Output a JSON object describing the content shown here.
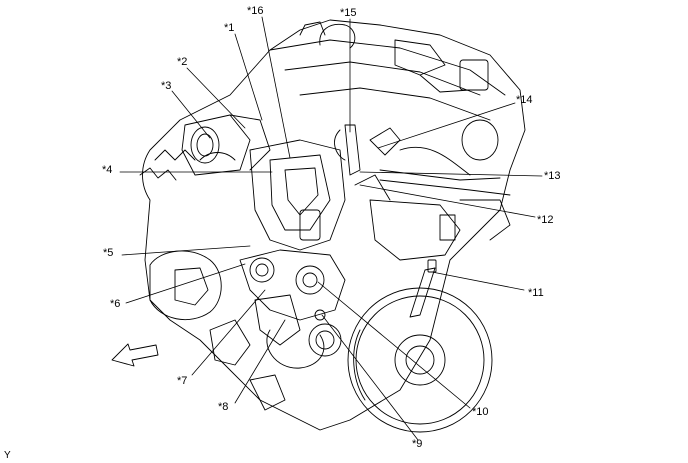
{
  "diagram": {
    "reference_code": "Y",
    "callouts": [
      {
        "id": "c1",
        "label": "*1"
      },
      {
        "id": "c2",
        "label": "*2"
      },
      {
        "id": "c3",
        "label": "*3"
      },
      {
        "id": "c4",
        "label": "*4"
      },
      {
        "id": "c5",
        "label": "*5"
      },
      {
        "id": "c6",
        "label": "*6"
      },
      {
        "id": "c7",
        "label": "*7"
      },
      {
        "id": "c8",
        "label": "*8"
      },
      {
        "id": "c9",
        "label": "*9"
      },
      {
        "id": "c10",
        "label": "*10"
      },
      {
        "id": "c11",
        "label": "*11"
      },
      {
        "id": "c12",
        "label": "*12"
      },
      {
        "id": "c13",
        "label": "*13"
      },
      {
        "id": "c14",
        "label": "*14"
      },
      {
        "id": "c15",
        "label": "*15"
      },
      {
        "id": "c16",
        "label": "*16"
      }
    ],
    "direction_arrow_icon": "front-direction-arrow-icon"
  }
}
